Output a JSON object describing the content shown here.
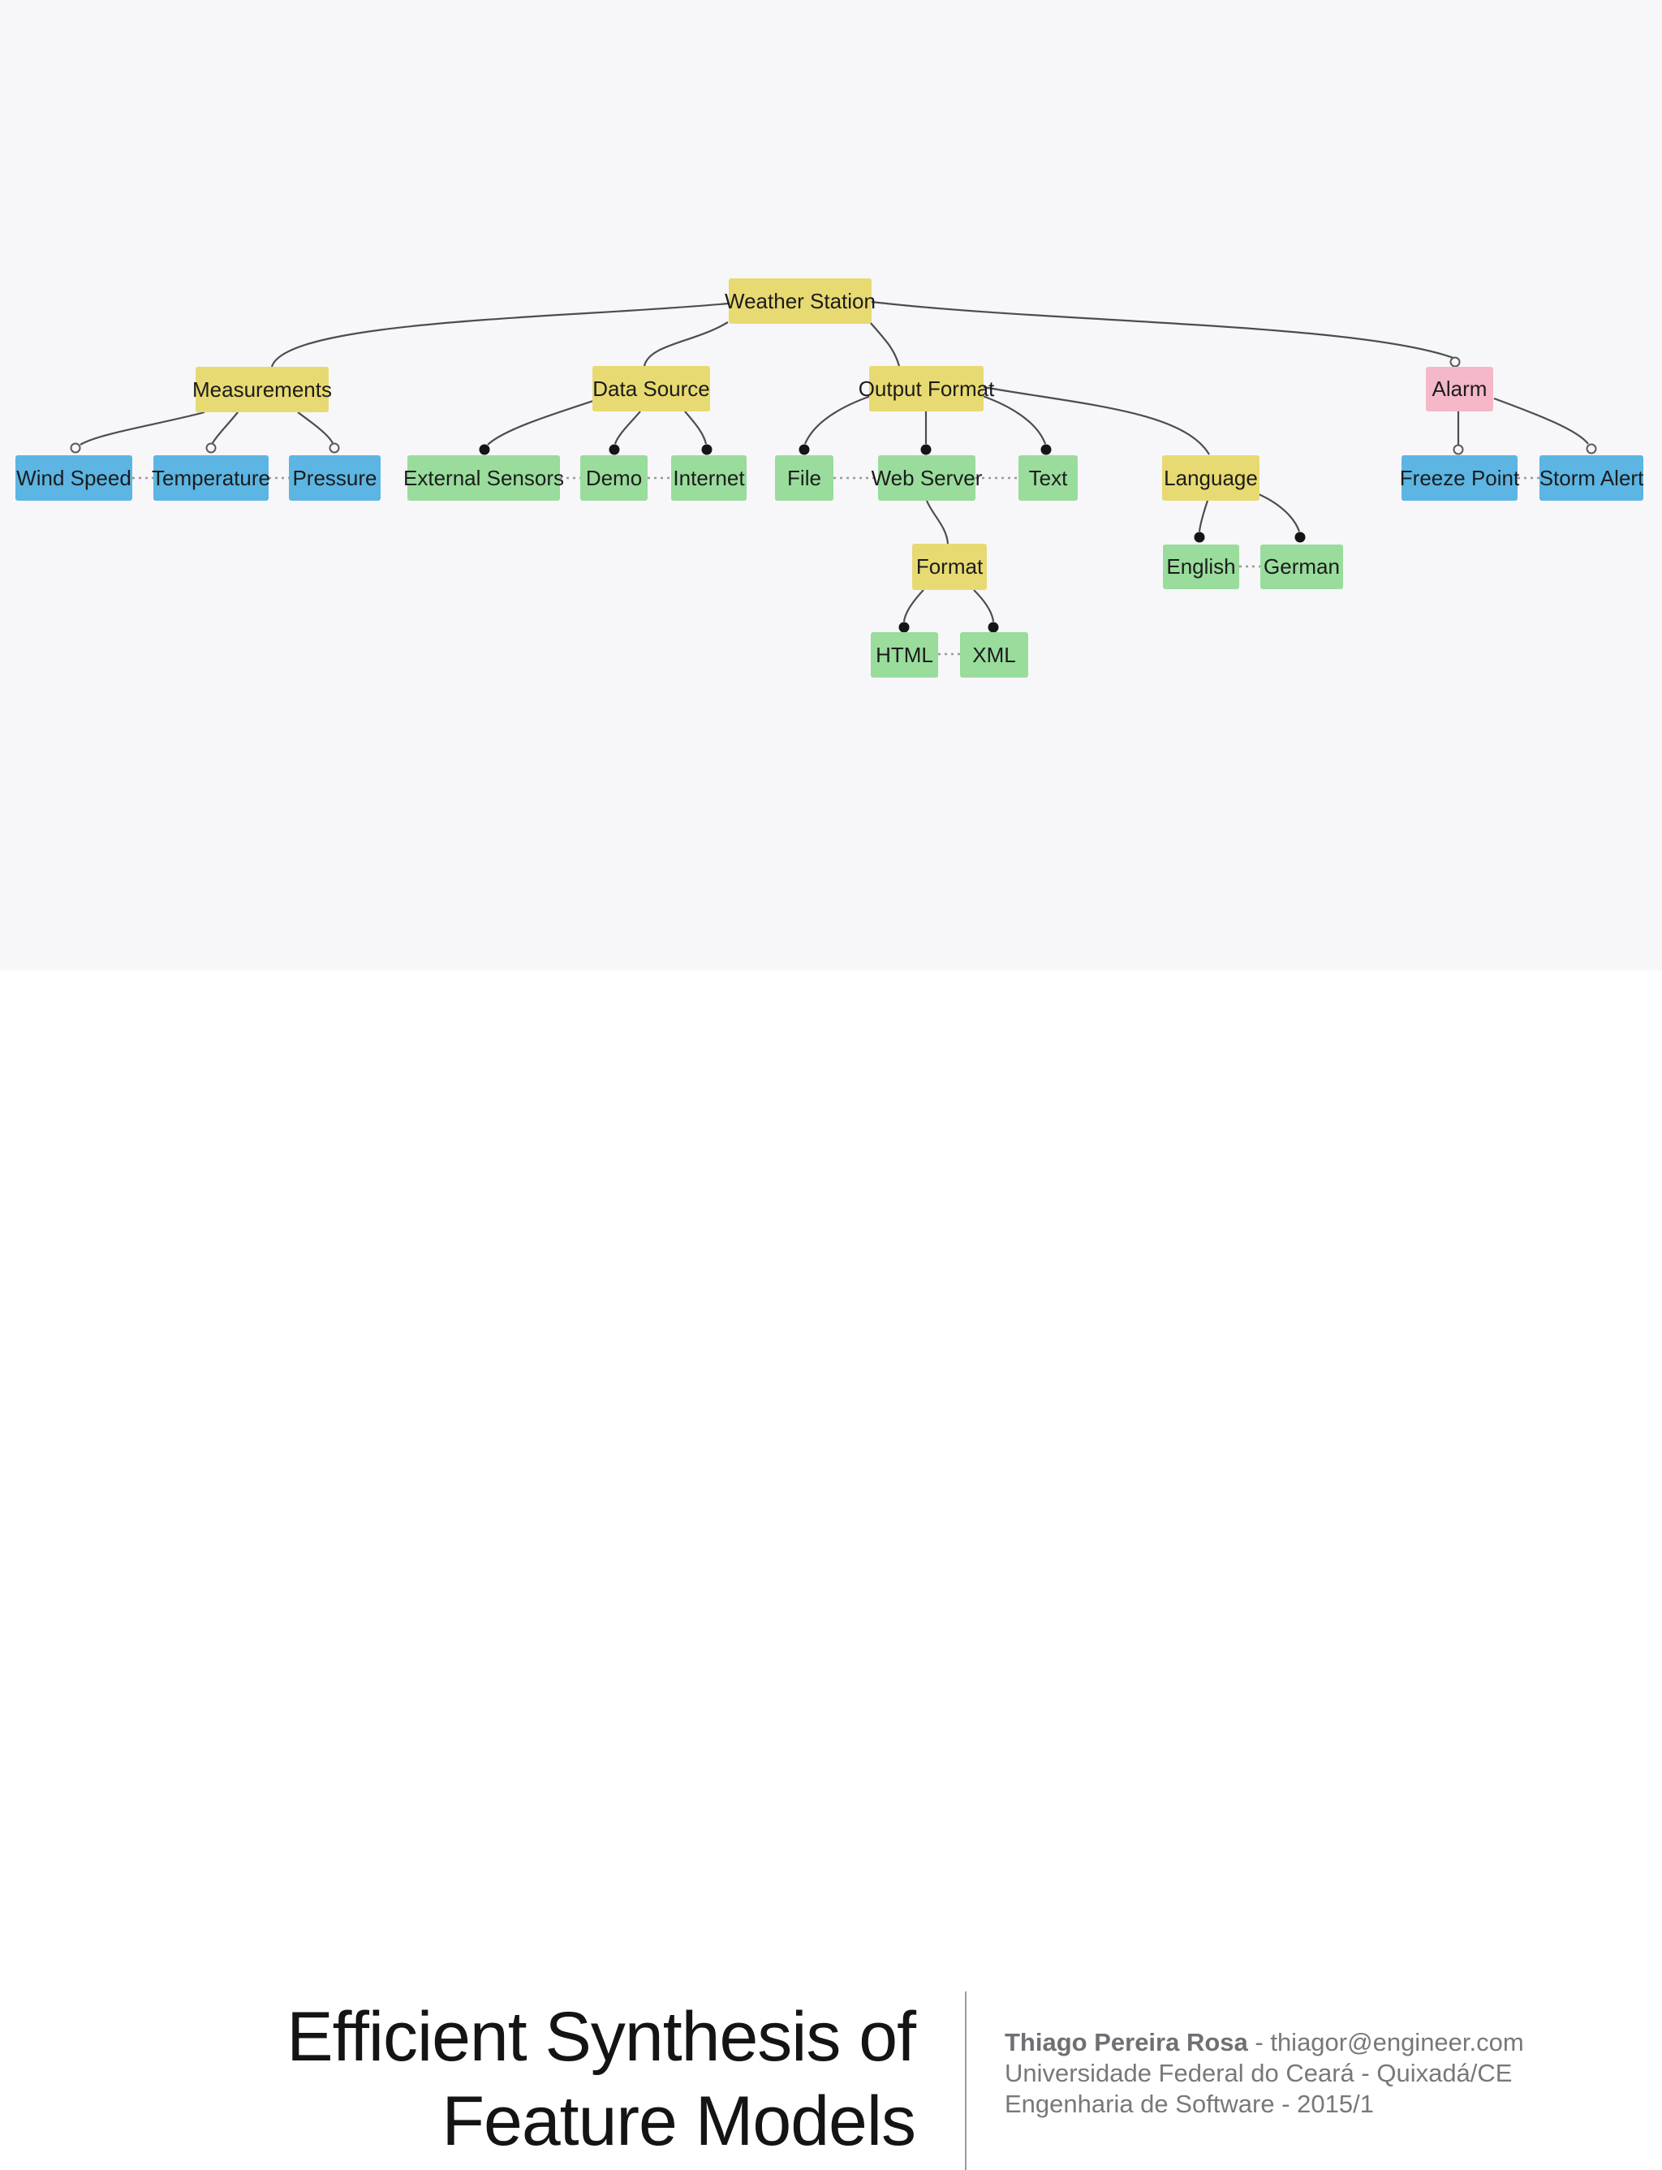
{
  "colors": {
    "bg": "#f7f7f9",
    "yellow": "#e7da72",
    "green": "#99dc9c",
    "blue": "#5cb5e3",
    "pink": "#f5b8c8",
    "edge": "#4d4d4d",
    "dotted_link": "#9a9a9a",
    "mandatory_dot": "#151515"
  },
  "diagram": {
    "nodes": {
      "weather_station": "Weather Station",
      "measurements": "Measurements",
      "data_source": "Data Source",
      "output_format": "Output Format",
      "alarm": "Alarm",
      "wind_speed": "Wind Speed",
      "temperature": "Temperature",
      "pressure": "Pressure",
      "external_sensors": "External Sensors",
      "demo": "Demo",
      "internet": "Internet",
      "file": "File",
      "web_server": "Web Server",
      "text": "Text",
      "language": "Language",
      "freeze_point": "Freeze Point",
      "storm_alert": "Storm Alert",
      "format": "Format",
      "english": "English",
      "german": "German",
      "html": "HTML",
      "xml": "XML"
    },
    "tree": {
      "label": "Weather Station",
      "children": [
        {
          "label": "Measurements",
          "children": [
            {
              "label": "Wind Speed",
              "marker": "optional"
            },
            {
              "label": "Temperature",
              "marker": "optional"
            },
            {
              "label": "Pressure",
              "marker": "optional"
            }
          ]
        },
        {
          "label": "Data Source",
          "children": [
            {
              "label": "External Sensors",
              "marker": "mandatory"
            },
            {
              "label": "Demo",
              "marker": "mandatory"
            },
            {
              "label": "Internet",
              "marker": "mandatory"
            }
          ]
        },
        {
          "label": "Output Format",
          "children": [
            {
              "label": "File",
              "marker": "mandatory"
            },
            {
              "label": "Web Server",
              "marker": "mandatory",
              "children": [
                {
                  "label": "Format",
                  "children": [
                    {
                      "label": "HTML",
                      "marker": "mandatory"
                    },
                    {
                      "label": "XML",
                      "marker": "mandatory"
                    }
                  ]
                }
              ]
            },
            {
              "label": "Text",
              "marker": "mandatory"
            },
            {
              "label": "Language",
              "children": [
                {
                  "label": "English",
                  "marker": "mandatory"
                },
                {
                  "label": "German",
                  "marker": "mandatory"
                }
              ]
            }
          ]
        },
        {
          "label": "Alarm",
          "marker": "optional",
          "children": [
            {
              "label": "Freeze Point",
              "marker": "optional"
            },
            {
              "label": "Storm Alert",
              "marker": "optional"
            }
          ]
        }
      ]
    },
    "sibling_dotted_links": [
      [
        "Wind Speed",
        "Temperature"
      ],
      [
        "Temperature",
        "Pressure"
      ],
      [
        "External Sensors",
        "Demo"
      ],
      [
        "Demo",
        "Internet"
      ],
      [
        "File",
        "Web Server"
      ],
      [
        "Web Server",
        "Text"
      ],
      [
        "HTML",
        "XML"
      ],
      [
        "English",
        "German"
      ],
      [
        "Freeze Point",
        "Storm Alert"
      ]
    ]
  },
  "footer": {
    "title_line1": "Efficient Synthesis of",
    "title_line2": "Feature Models",
    "author_name": "Thiago Pereira Rosa",
    "author_contact": " - thiagor@engineer.com",
    "affiliation": "Universidade Federal do Ceará - Quixadá/CE",
    "course": "Engenharia de Software - 2015/1"
  }
}
